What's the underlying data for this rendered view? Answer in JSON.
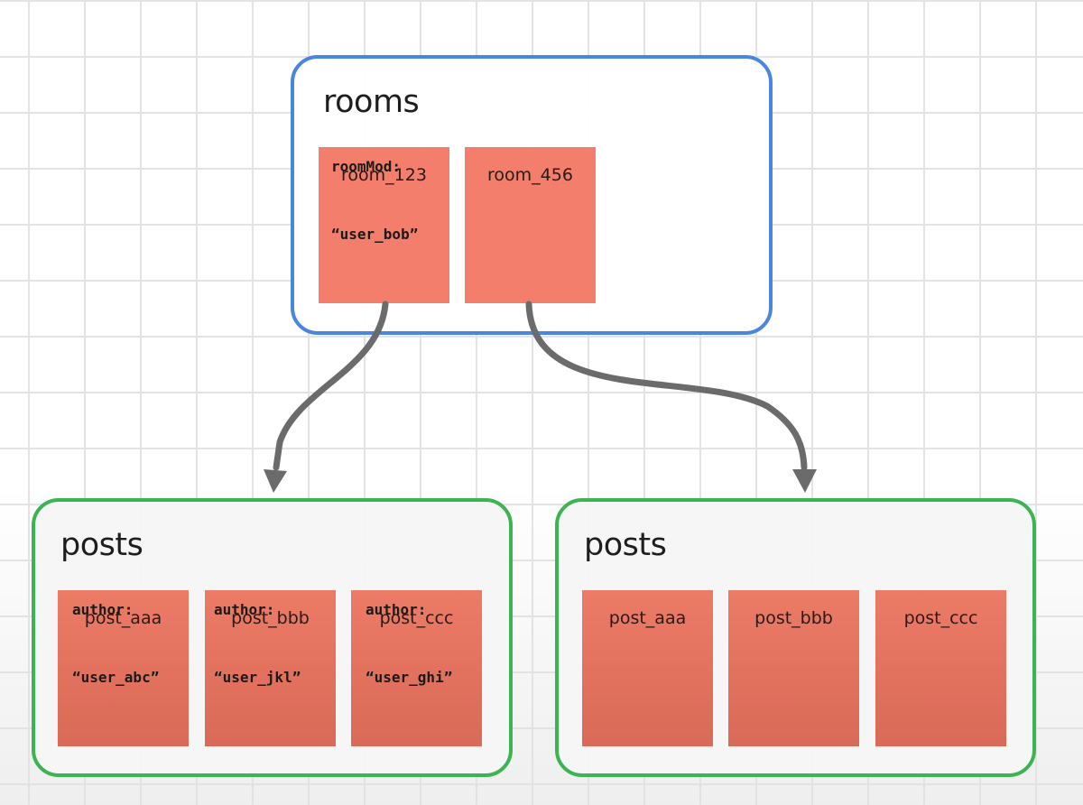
{
  "rooms": {
    "title": "rooms",
    "docs": [
      {
        "name": "room_123",
        "field_key": "roomMod:",
        "field_value": "“user_bob”"
      },
      {
        "name": "room_456"
      }
    ]
  },
  "posts_left": {
    "title": "posts",
    "docs": [
      {
        "name": "post_aaa",
        "field_key": "author:",
        "field_value": "“user_abc”"
      },
      {
        "name": "post_bbb",
        "field_key": "author:",
        "field_value": "“user_jkl”"
      },
      {
        "name": "post_ccc",
        "field_key": "author:",
        "field_value": "“user_ghi”"
      }
    ]
  },
  "posts_right": {
    "title": "posts",
    "docs": [
      {
        "name": "post_aaa"
      },
      {
        "name": "post_bbb"
      },
      {
        "name": "post_ccc"
      }
    ]
  },
  "colors": {
    "rooms_border": "#4a86e0",
    "posts_border": "#3db352",
    "document_fill": "#f27e6b",
    "arrow": "#6b6b6b"
  }
}
